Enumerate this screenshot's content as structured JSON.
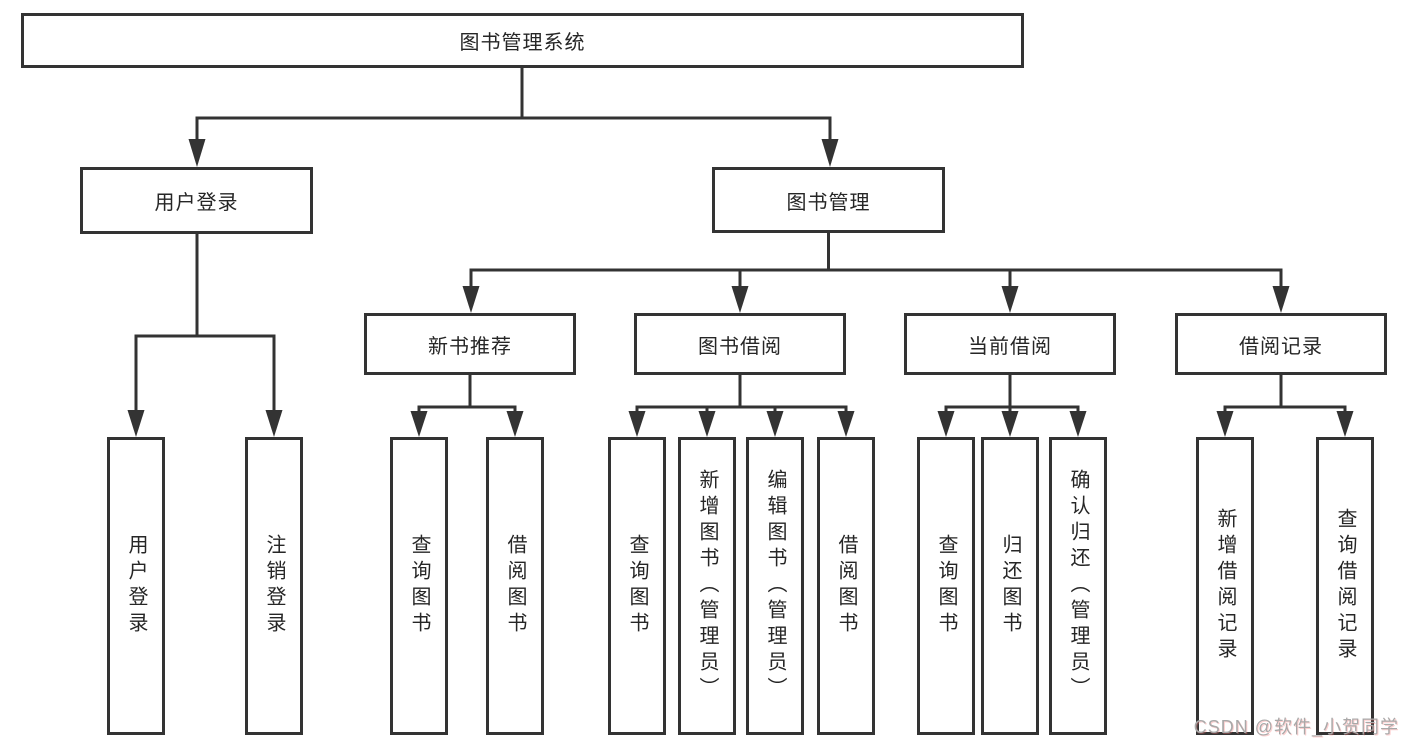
{
  "tree": {
    "root": {
      "label": "图书管理系统"
    },
    "branches": [
      {
        "label": "用户登录",
        "children": [
          {
            "label": "用户登录"
          },
          {
            "label": "注销登录"
          }
        ]
      },
      {
        "label": "图书管理",
        "children": [
          {
            "label": "新书推荐",
            "children": [
              {
                "label": "查询图书"
              },
              {
                "label": "借阅图书"
              }
            ]
          },
          {
            "label": "图书借阅",
            "children": [
              {
                "label": "查询图书"
              },
              {
                "label": "新增图书（管理员）"
              },
              {
                "label": "编辑图书（管理员）"
              },
              {
                "label": "借阅图书"
              }
            ]
          },
          {
            "label": "当前借阅",
            "children": [
              {
                "label": "查询图书"
              },
              {
                "label": "归还图书"
              },
              {
                "label": "确认归还（管理员）"
              }
            ]
          },
          {
            "label": "借阅记录",
            "children": [
              {
                "label": "新增借阅记录"
              },
              {
                "label": "查询借阅记录"
              }
            ]
          }
        ]
      }
    ]
  },
  "watermark": {
    "text": "CSDN @软件_小贺同学"
  },
  "colors": {
    "line": "#333333",
    "text": "#262626",
    "background": "#ffffff",
    "watermark": "#a9a9a9"
  }
}
